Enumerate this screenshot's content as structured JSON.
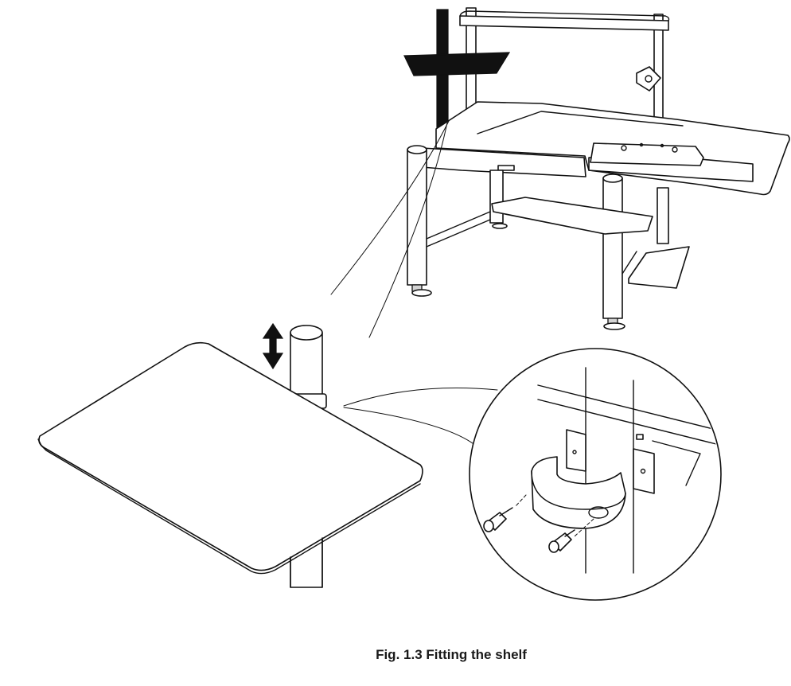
{
  "figure": {
    "caption": "Fig. 1.3 Fitting the shelf",
    "icons": {
      "workstation": "workstation-desk-illustration",
      "shelf": "shelf-illustration",
      "arrow": "up-down-arrow-icon",
      "detail": "magnified-clamp-detail",
      "screw": "hex-socket-screw-icon"
    }
  }
}
